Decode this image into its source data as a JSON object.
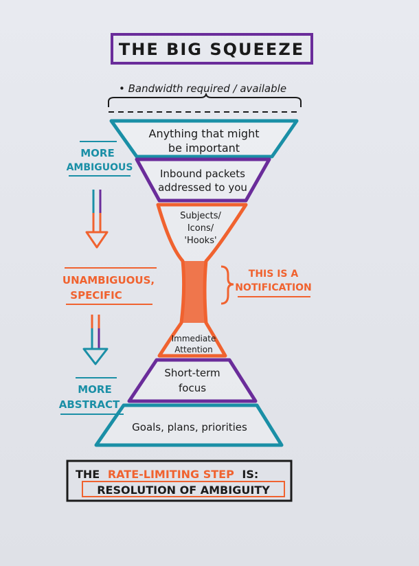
{
  "title": "THE BIG SQUEEZE",
  "bandwidth_note": "• Bandwidth required / available",
  "funnel_layers": [
    {
      "line1": "Anything that might",
      "line2": "be important"
    },
    {
      "line1": "Inbound packets",
      "line2": "addressed to you"
    },
    {
      "line1": "Subjects/",
      "line2": "Icons/",
      "line3": "'Hooks'"
    },
    {
      "line1": "Immediate",
      "line2": "Attention"
    },
    {
      "line1": "Short-term",
      "line2": "focus"
    },
    {
      "line1": "Goals, plans, priorities"
    }
  ],
  "left_labels": {
    "more_ambiguous_1": "MORE",
    "more_ambiguous_2": "AMBIGUOUS",
    "unambiguous_1": "UNAMBIGUOUS,",
    "unambiguous_2": "SPECIFIC",
    "more_abstract_1": "MORE",
    "more_abstract_2": "ABSTRACT"
  },
  "right_label": {
    "line1": "THIS IS A",
    "line2": "NOTIFICATION"
  },
  "footer": {
    "part1": "THE",
    "part2": "RATE-LIMITING STEP",
    "part3": "IS:",
    "line2": "RESOLUTION OF AMBIGUITY"
  },
  "colors": {
    "purple": "#6a2c9a",
    "teal": "#1a8fa6",
    "orange": "#f0622f",
    "black": "#1a1a1a"
  }
}
